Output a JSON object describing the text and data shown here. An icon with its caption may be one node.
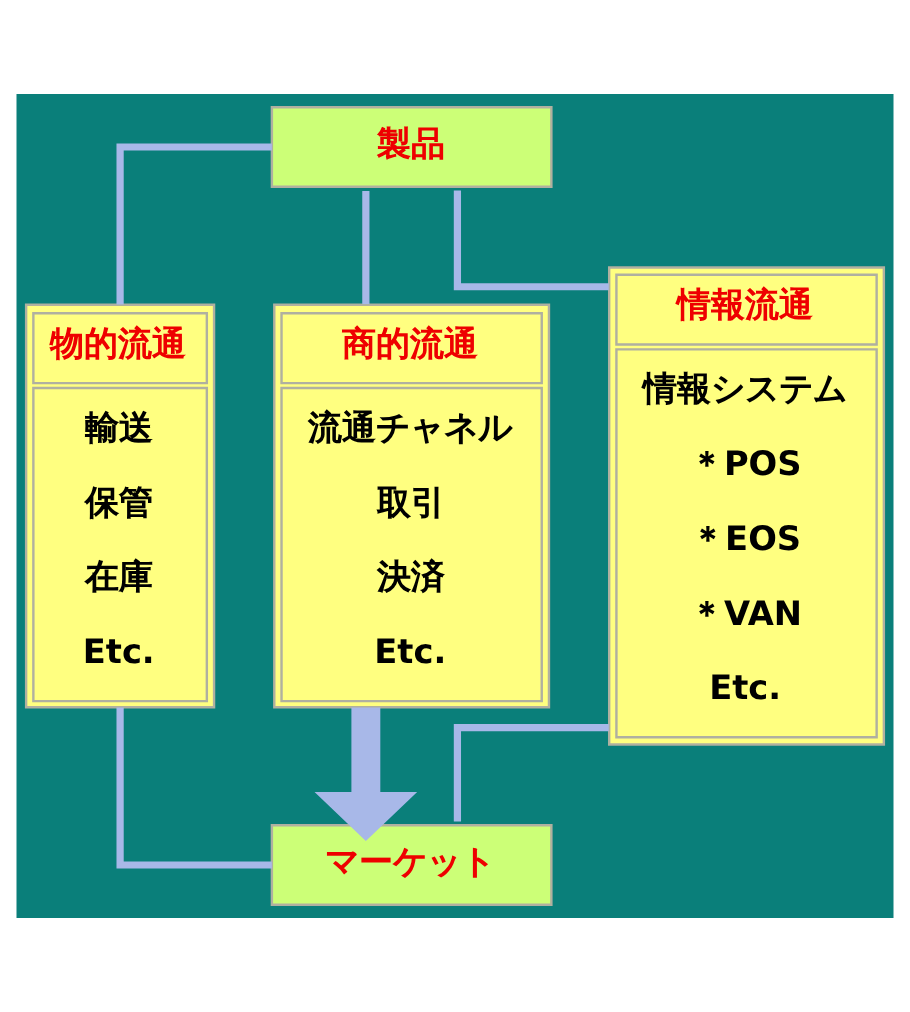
{
  "diagram": {
    "nodes": [
      {
        "text": [
          "製品"
        ]
      },
      {
        "text": [
          "物的流通",
          "輸送",
          "保管",
          "在庫",
          "Etc."
        ]
      },
      {
        "text": [
          "商的流通",
          "流通チャネル",
          "取引",
          "決済",
          "Etc."
        ]
      },
      {
        "text": [
          "情報流通",
          "情報システム",
          "＊POS",
          "＊EOS",
          "＊VAN",
          "Etc."
        ]
      },
      {
        "text": [
          "マーケット"
        ]
      }
    ],
    "edges": [
      {
        "from": 0,
        "to": 1,
        "arrow": "none"
      },
      {
        "from": 0,
        "to": 2,
        "arrow": "none"
      },
      {
        "from": 0,
        "to": 3,
        "arrow": "none"
      },
      {
        "from": 1,
        "to": 4,
        "arrow": "none"
      },
      {
        "from": 2,
        "to": 4,
        "arrow": "to",
        "style": "thick"
      },
      {
        "from": 3,
        "to": 4,
        "arrow": "none"
      }
    ]
  }
}
